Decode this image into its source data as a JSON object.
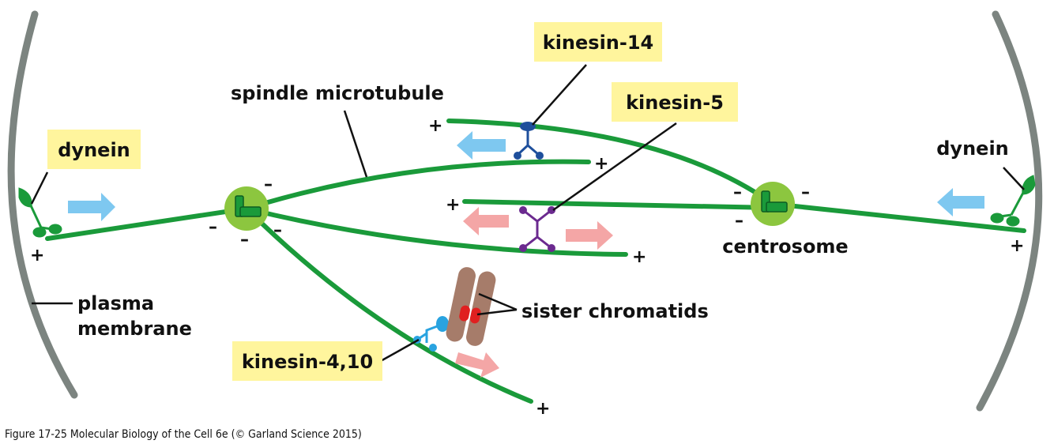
{
  "labels": {
    "spindle_microtubule": "spindle microtubule",
    "kinesin_14": "kinesin-14",
    "kinesin_5": "kinesin-5",
    "dynein_left": "dynein",
    "dynein_right": "dynein",
    "centrosome": "centrosome",
    "plasma_membrane_line1": "plasma",
    "plasma_membrane_line2": "membrane",
    "sister_chromatids": "sister chromatids",
    "kinesin_4_10": "kinesin-4,10"
  },
  "signs": {
    "plus": "+",
    "minus": "–"
  },
  "caption": "Figure 17-25  Molecular Biology of the Cell 6e (© Garland Science 2015)",
  "colors": {
    "microtubule": "#1a9a3a",
    "centrosome_fill": "#8cc63f",
    "membrane": "#7c8480",
    "label_box": "#fff59d",
    "dynein": "#1a9a3a",
    "kinesin_14": "#1e4f9c",
    "kinesin_5": "#6b2a8f",
    "kinesin_4_10": "#29a3e0",
    "arrow_blue": "#7ec8f0",
    "arrow_pink": "#f4a6a6",
    "chromatid": "#a67c6a",
    "kinetochore": "#e02020"
  }
}
